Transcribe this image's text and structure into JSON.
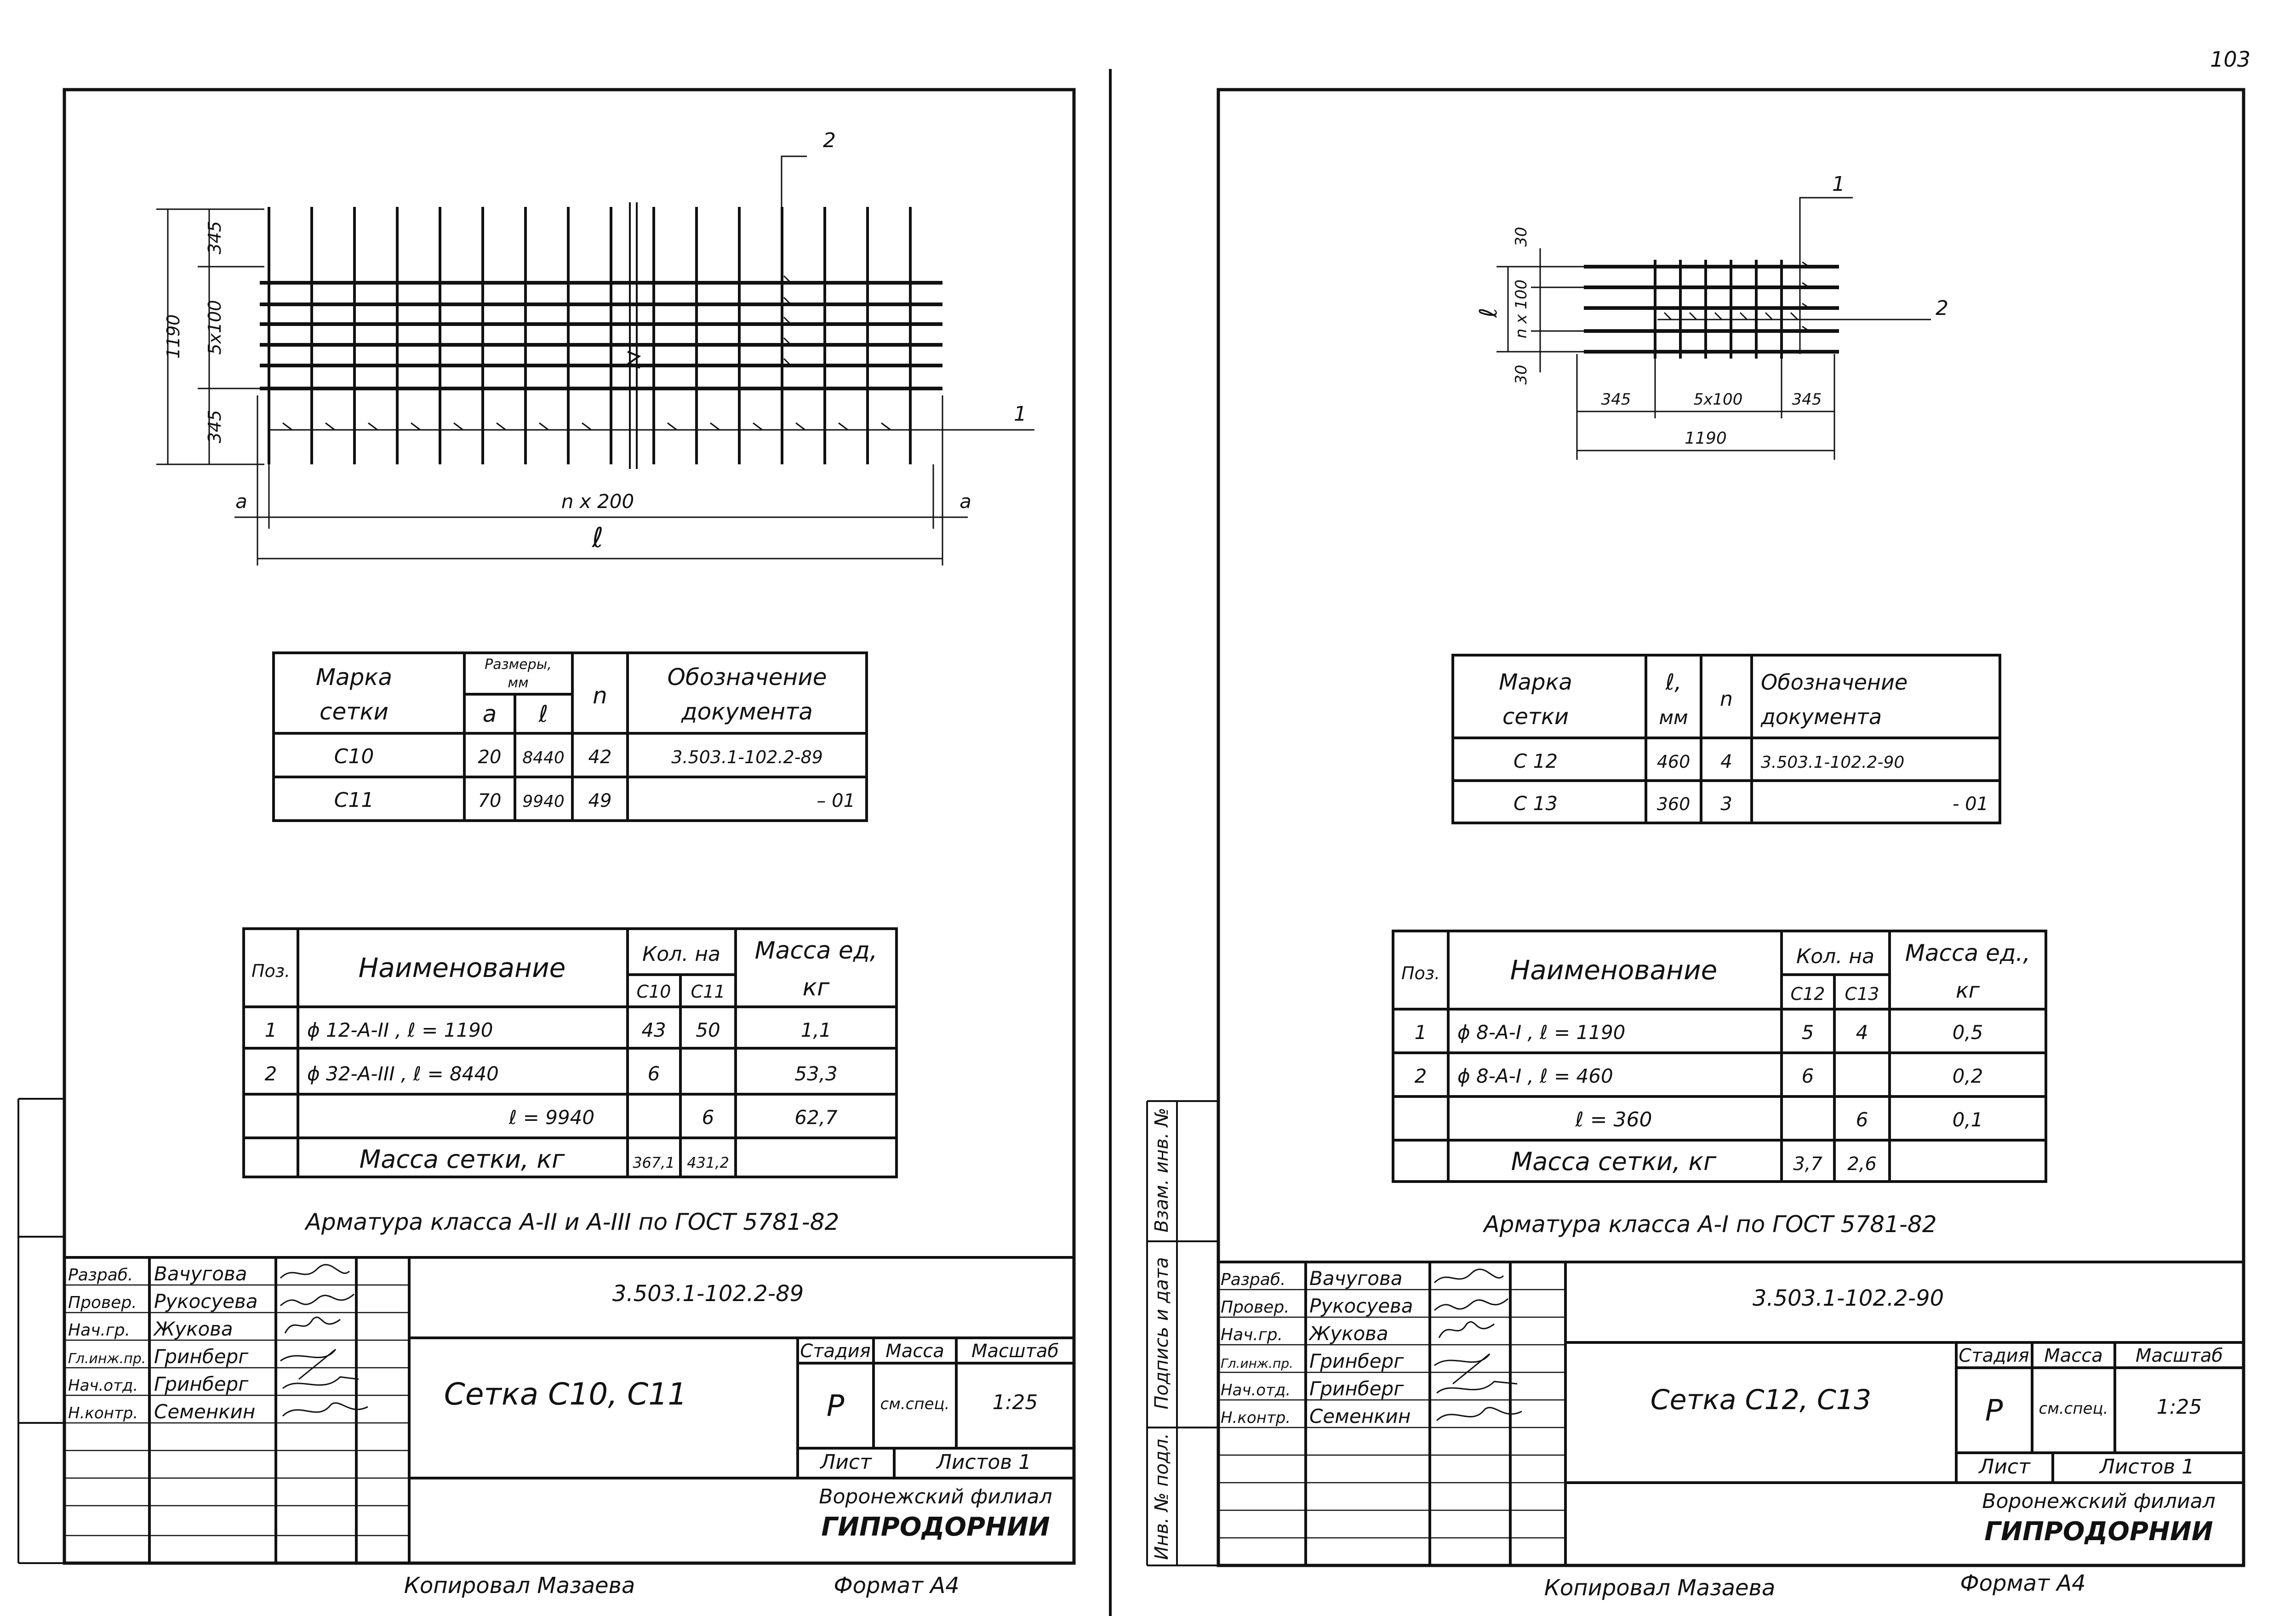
{
  "page_number": "103",
  "sheets": [
    {
      "callouts": [
        "2",
        "1"
      ],
      "dims": {
        "total": "1190",
        "top": "345",
        "mid": "5x100",
        "bottom": "345",
        "spacing": "n x 200",
        "edge_left": "a",
        "edge_right": "a",
        "length": "ℓ"
      },
      "mark_table": {
        "h_mark": [
          "Марка",
          "сетки"
        ],
        "h_dims": [
          "Размеры,",
          "мм"
        ],
        "h_a": "a",
        "h_l": "ℓ",
        "h_n": "n",
        "h_doc": [
          "Обозначение",
          "документа"
        ],
        "rows": [
          {
            "mark": "С10",
            "a": "20",
            "l": "8440",
            "n": "42",
            "doc": "3.503.1-102.2-89"
          },
          {
            "mark": "С11",
            "a": "70",
            "l": "9940",
            "n": "49",
            "doc": "– 01"
          }
        ]
      },
      "spec_table": {
        "h_pos": "Поз.",
        "h_name": "Наименование",
        "h_qty": "Кол. на",
        "h_qty_cols": [
          "С10",
          "С11"
        ],
        "h_mass": [
          "Масса ед,",
          "кг"
        ],
        "rows": [
          {
            "pos": "1",
            "name": "ϕ 12-А-II , ℓ = 1190",
            "q1": "43",
            "q2": "50",
            "mass": "1,1"
          },
          {
            "pos": "2",
            "name": "ϕ 32-А-III , ℓ = 8440",
            "q1": "6",
            "q2": "",
            "mass": "53,3"
          },
          {
            "pos": "",
            "name": "ℓ = 9940",
            "q1": "",
            "q2": "6",
            "mass": "62,7"
          }
        ],
        "total_label": "Масса сетки, кг",
        "total_q1": "367,1",
        "total_q2": "431,2"
      },
      "note": "Арматура класса А-II и А-III по ГОСТ 5781-82",
      "stamp": {
        "roles": [
          "Разраб.",
          "Провер.",
          "Нач.гр.",
          "Гл.инж.пр.",
          "Нач.отд.",
          "Н.контр."
        ],
        "names": [
          "Вачугова",
          "Рукосуева",
          "Жукова",
          "Гринберг",
          "Гринберг",
          "Семенкин"
        ],
        "code": "3.503.1-102.2-89",
        "title": "Сетка С10, С11",
        "h_stage": "Стадия",
        "h_mass": "Масса",
        "h_scale": "Масштаб",
        "stage": "Р",
        "mass": "см.спец.",
        "scale": "1:25",
        "sheet": "Лист",
        "sheets": "Листов 1",
        "org1": "Воронежский филиал",
        "org2": "ГИПРОДОРНИИ"
      },
      "copied": "Копировал Мазаева",
      "format": "Формат А4"
    },
    {
      "callouts": [
        "1",
        "2"
      ],
      "dims": {
        "total": "ℓ",
        "top": "30",
        "mid": "n x 100",
        "bottom": "30",
        "b1": "345",
        "b2": "5x100",
        "b3": "345",
        "width": "1190"
      },
      "mark_table": {
        "h_mark": [
          "Марка",
          "сетки"
        ],
        "h_l": [
          "ℓ,",
          "мм"
        ],
        "h_n": "n",
        "h_doc": [
          "Обозначение",
          "документа"
        ],
        "rows": [
          {
            "mark": "С 12",
            "l": "460",
            "n": "4",
            "doc": "3.503.1-102.2-90"
          },
          {
            "mark": "С 13",
            "l": "360",
            "n": "3",
            "doc": "- 01"
          }
        ]
      },
      "spec_table": {
        "h_pos": "Поз.",
        "h_name": "Наименование",
        "h_qty": "Кол. на",
        "h_qty_cols": [
          "С12",
          "С13"
        ],
        "h_mass": [
          "Масса ед.,",
          "кг"
        ],
        "rows": [
          {
            "pos": "1",
            "name": "ϕ 8-А-I , ℓ = 1190",
            "q1": "5",
            "q2": "4",
            "mass": "0,5"
          },
          {
            "pos": "2",
            "name": "ϕ 8-А-I , ℓ = 460",
            "q1": "6",
            "q2": "",
            "mass": "0,2"
          },
          {
            "pos": "",
            "name": "ℓ = 360",
            "q1": "",
            "q2": "6",
            "mass": "0,1"
          }
        ],
        "total_label": "Масса сетки, кг",
        "total_q1": "3,7",
        "total_q2": "2,6"
      },
      "note": "Арматура класса А-I по ГОСТ 5781-82",
      "stamp": {
        "roles": [
          "Разраб.",
          "Провер.",
          "Нач.гр.",
          "Гл.инж.пр.",
          "Нач.отд.",
          "Н.контр."
        ],
        "names": [
          "Вачугова",
          "Рукосуева",
          "Жукова",
          "Гринберг",
          "Гринберг",
          "Семенкин"
        ],
        "code": "3.503.1-102.2-90",
        "title": "Сетка С12, С13",
        "h_stage": "Стадия",
        "h_mass": "Масса",
        "h_scale": "Масштаб",
        "stage": "Р",
        "mass": "см.спец.",
        "scale": "1:25",
        "sheet": "Лист",
        "sheets": "Листов 1",
        "org1": "Воронежский филиал",
        "org2": "ГИПРОДОРНИИ"
      },
      "side_labels": [
        "Взам. инв. №",
        "Подпись и дата",
        "Инв. № подл."
      ],
      "copied": "Копировал Мазаева",
      "format": "Формат А4"
    }
  ]
}
